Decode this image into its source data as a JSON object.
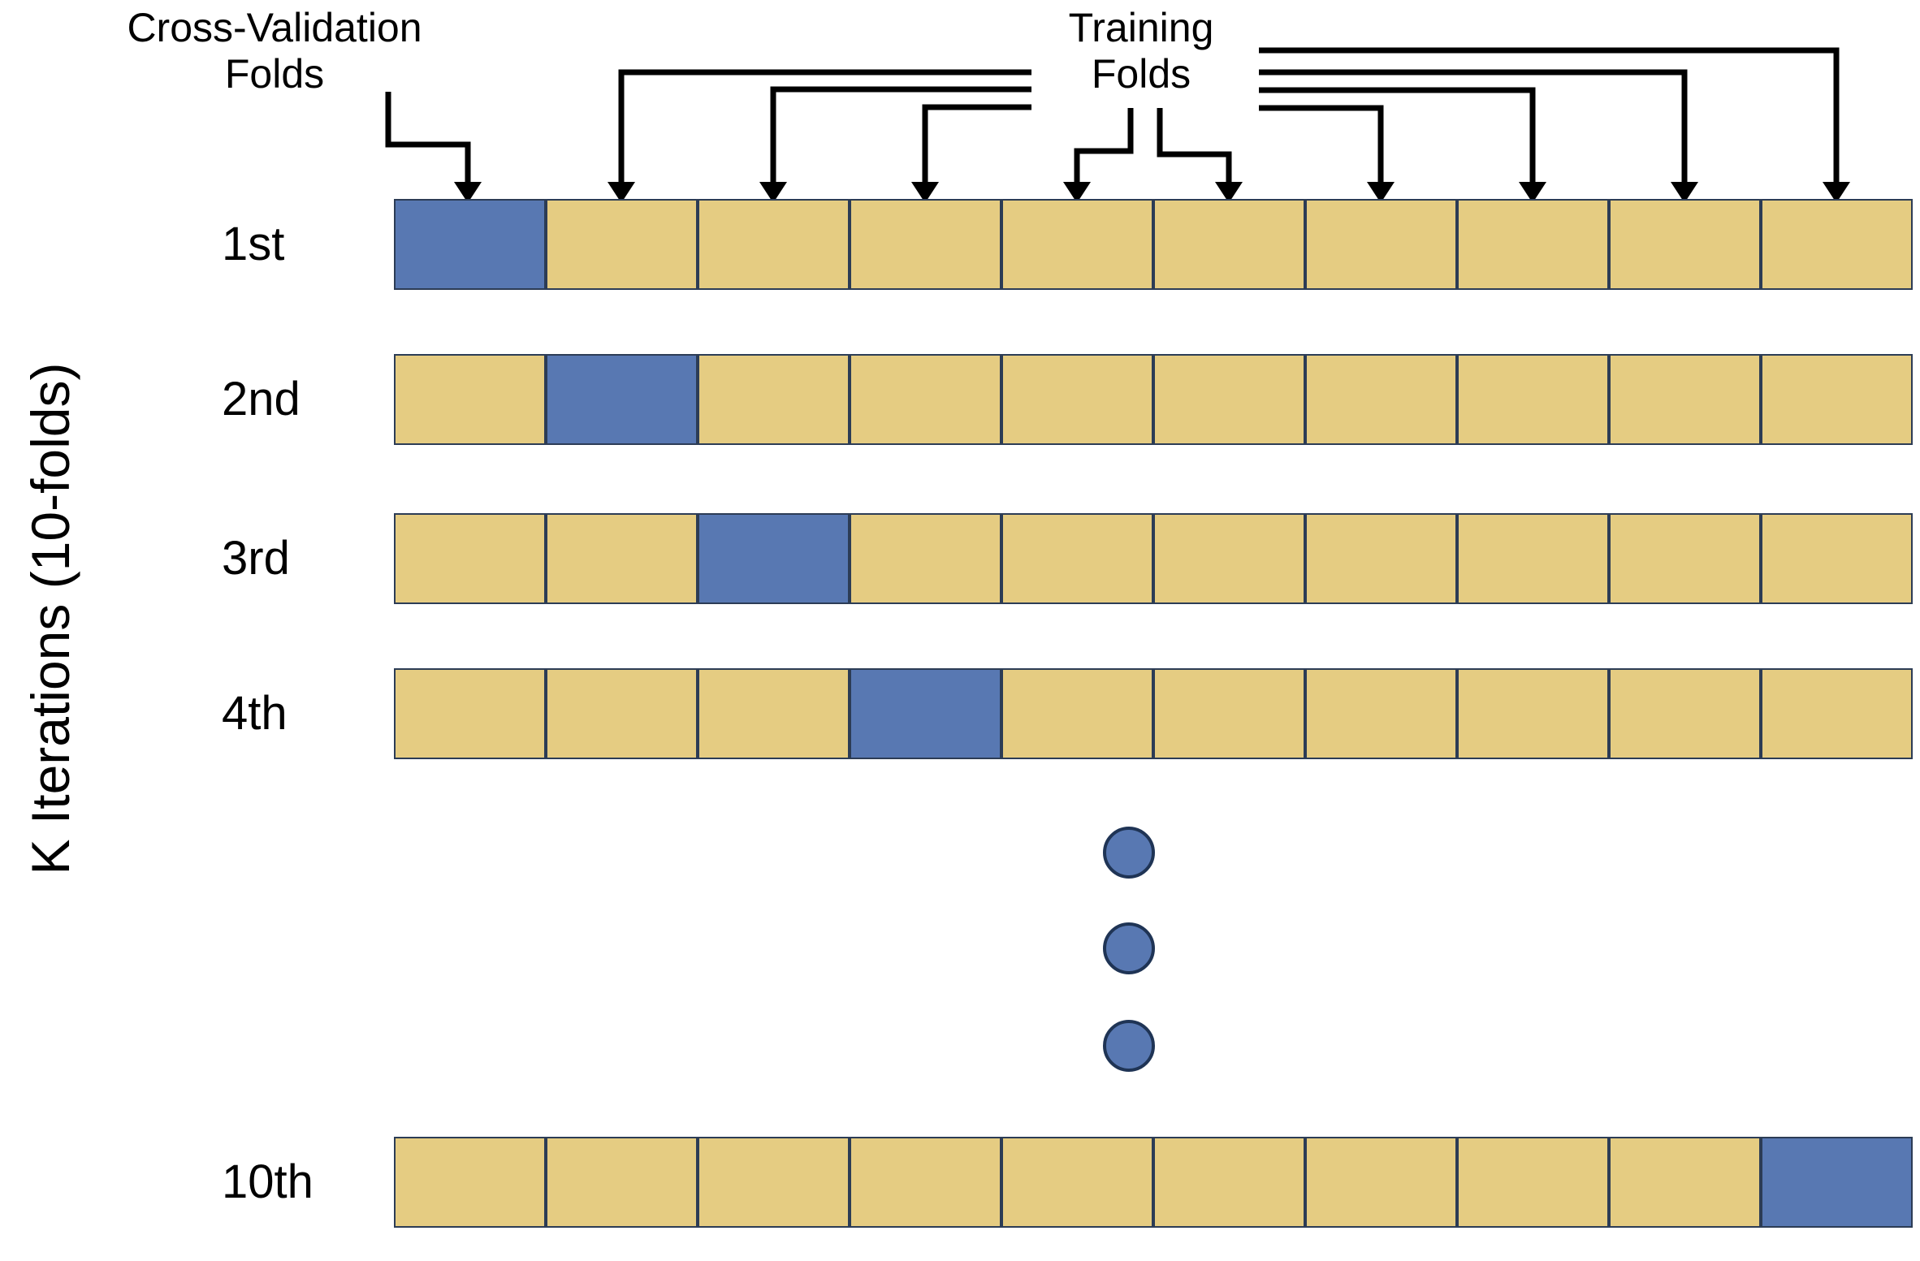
{
  "annotations": {
    "cross_validation": {
      "line1": "Cross-Validation",
      "line2": "Folds"
    },
    "training": {
      "line1": "Training",
      "line2": "Folds"
    }
  },
  "y_axis_label": "K Iterations (10-folds)",
  "folds_per_row": 10,
  "rows": [
    {
      "label": "1st",
      "validation_fold": 1
    },
    {
      "label": "2nd",
      "validation_fold": 2
    },
    {
      "label": "3rd",
      "validation_fold": 3
    },
    {
      "label": "4th",
      "validation_fold": 4
    },
    {
      "label": "10th",
      "validation_fold": 10
    }
  ],
  "ellipsis": {
    "dot_count": 3
  },
  "colors": {
    "validation_fill": "#5878b2",
    "training_fill": "#e5cc82",
    "cell_border": "#2c3c55",
    "dot_border": "#1f3455",
    "arrow": "#000000",
    "text": "#000000"
  }
}
